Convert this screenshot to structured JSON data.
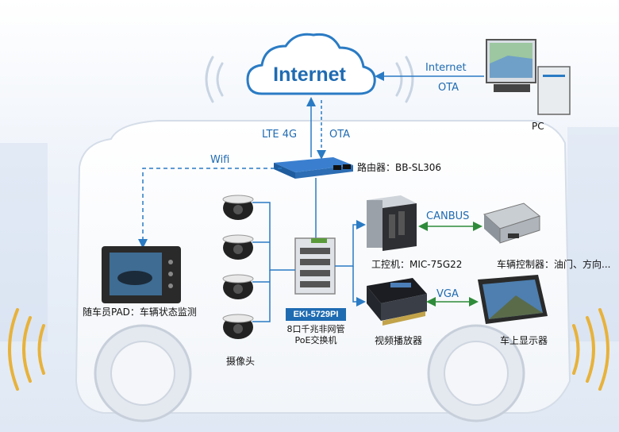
{
  "cloud": {
    "label": "Internet"
  },
  "links": {
    "internet_label": "Internet",
    "ota_pc": "OTA",
    "lte": "LTE 4G",
    "ota_router": "OTA",
    "wifi": "Wifi",
    "canbus": "CANBUS",
    "vga": "VGA"
  },
  "devices": {
    "pc": "PC",
    "router": "路由器：BB-SL306",
    "switch_model": "EKI-5729PI",
    "switch_desc_1": "8口千兆非网管",
    "switch_desc_2": "PoE交换机",
    "ipc": "工控机：MIC-75G22",
    "vehicle_controller": "车辆控制器：油门、方向...",
    "video_player": "视频播放器",
    "display": "车上显示器",
    "pad": "随车员PAD：车辆状态监测",
    "cameras": "摄像头"
  },
  "colors": {
    "accent": "#1f6bb2",
    "line": "#2a7bc4",
    "arrow": "#2e8b3a"
  }
}
